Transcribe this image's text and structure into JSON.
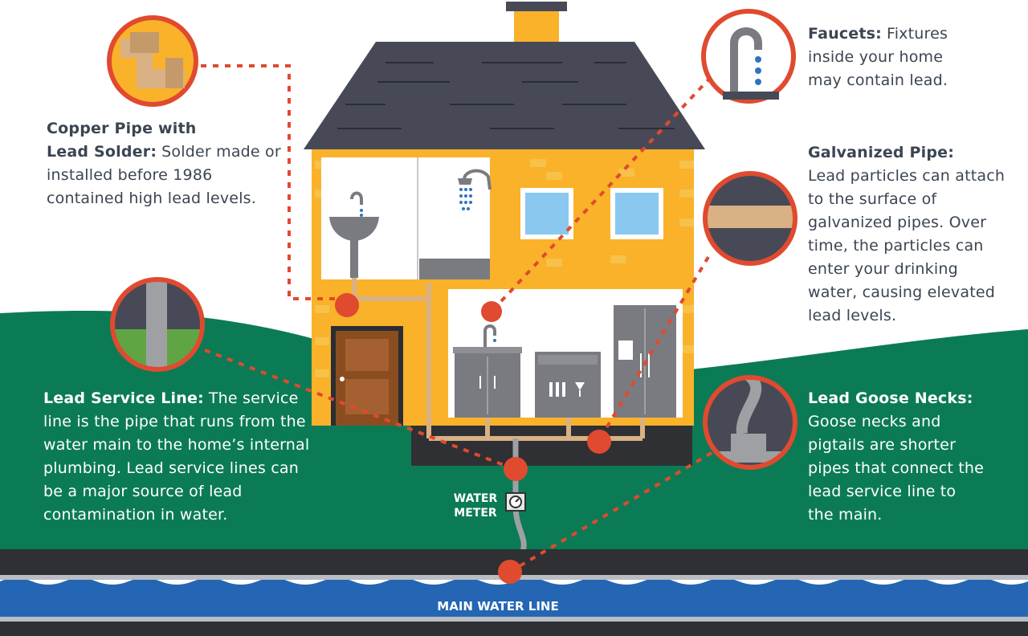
{
  "colors": {
    "roof": "#474a56",
    "house": "#f9b229",
    "wall_accent": "#f7c14a",
    "room": "#ffffff",
    "pipe": "#d9b184",
    "marker": "#e04a2f",
    "ground_light": "#0b7b56",
    "ground_dark": "#0a6e4f",
    "foundation": "#2e3033",
    "window": "#8ac8ef",
    "door": "#8a4d20",
    "appliance": "#7a7b80",
    "water_main": "#2466b3",
    "shower_drop": "#2f74c0"
  },
  "callouts": {
    "copper": {
      "heading": "Copper Pipe with",
      "heading2": "Lead Solder:",
      "body": "Solder made or installed before 1986 contained high lead levels."
    },
    "faucets": {
      "heading": "Faucets:",
      "body": "Fixtures inside your home may contain lead."
    },
    "galvanized": {
      "heading": "Galvanized Pipe:",
      "body": "Lead particles can attach to the surface of galvanized pipes. Over time, the particles can enter your drinking water, causing elevated lead levels."
    },
    "service_line": {
      "heading": "Lead Service Line:",
      "body": "The service line is the pipe that runs from the water main to the home’s internal plumbing. Lead service lines can be a major source of lead contamination in water."
    },
    "goose_necks": {
      "heading": "Lead Goose Necks:",
      "body": "Goose necks and pigtails are shorter pipes that connect the lead service line to the main."
    }
  },
  "labels": {
    "water_meter_1": "WATER",
    "water_meter_2": "METER",
    "main_water_line": "MAIN WATER LINE"
  }
}
